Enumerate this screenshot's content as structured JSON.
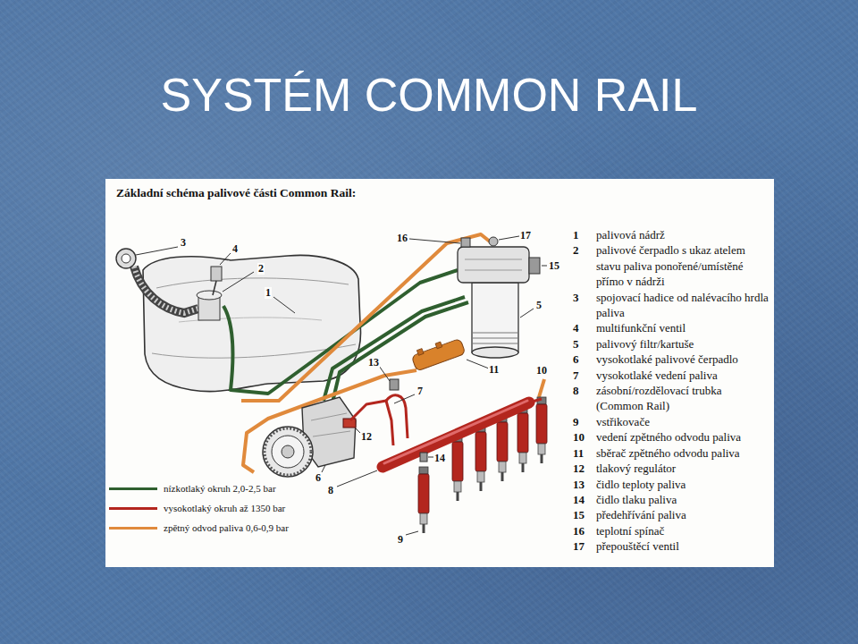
{
  "diagram": {
    "title": "SYSTÉM COMMON RAIL",
    "nodes": [
      {
        "text": [
          "Základní schéma palivové části Common Rail:"
        ]
      }
    ],
    "labels": [
      "1",
      "2",
      "3",
      "4",
      "5",
      "6",
      "7",
      "8",
      "9",
      "10",
      "11",
      "12",
      "13",
      "14",
      "15",
      "16",
      "17",
      "1",
      "palivová nádrž",
      "2",
      "palivové čerpadlo s ukaz atelem stavu paliva ponořené/umístěné přímo v nádrži",
      "3",
      "spojovací hadice od nalévacího hrdla paliva",
      "4",
      "multifunkční ventil",
      "5",
      "palivový filtr/kartuše",
      "6",
      "vysokotlaké palivové čerpadlo",
      "7",
      "vysokotlaké vedení paliva",
      "8",
      "zásobní/rozdělovací trubka (Common Rail)",
      "9",
      "vstřikovače",
      "10",
      "vedení zpětného odvodu paliva",
      "11",
      "sběrač zpětného odvodu paliva",
      "12",
      "tlakový regulátor",
      "13",
      "čidlo teploty paliva",
      "14",
      "čidlo tlaku paliva",
      "15",
      "předehřívání paliva",
      "16",
      "teplotní spínač",
      "17",
      "přepouštěcí ventil"
    ],
    "legend": [
      {
        "text": "nízkotlaký okruh 2,0-2,5 bar",
        "color": "#2f5f2f"
      },
      {
        "text": "vysokotlaký okruh až 1350 bar",
        "color": "#b3261e"
      },
      {
        "text": "zpětný odvod paliva 0,6-0,9 bar",
        "color": "#e08a3c"
      }
    ]
  }
}
